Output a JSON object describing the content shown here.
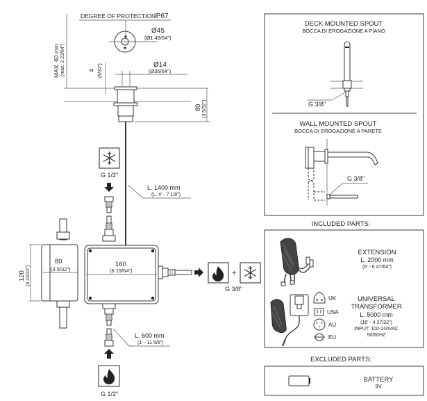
{
  "sensor": {
    "protection_label": "DEGREE OF PROTECTION",
    "protection_value": "IP67",
    "cover_diameter": "Ø45",
    "cover_diameter_in": "(Ø1 49/64\")",
    "hole_diameter": "Ø14",
    "hole_diameter_in": "(Ø35/64\")",
    "max_thickness": "MAX. 60 mm",
    "max_thickness_in": "(max. 2 23/64\")",
    "flange_height": "4",
    "flange_height_in": "(5/32\")",
    "body_height": "80",
    "body_height_in": "(3 5/32\")"
  },
  "cable": {
    "length": "L. 1400 mm",
    "length_in": "(L. 4' - 7 1/8\")"
  },
  "cold_inlet": {
    "icon": "snowflake-icon",
    "thread": "G 1/2\""
  },
  "hot_inlet": {
    "icon": "flame-icon",
    "thread": "G 1/2\"",
    "hose_length": "L. 600 mm",
    "hose_length_in": "(1' - 11 5/8\")"
  },
  "control_box": {
    "width": "160",
    "width_in": "(6 19/64\")",
    "side_depth": "80",
    "side_depth_in": "(3 5/32\")",
    "height": "120",
    "height_in": "(4 23/32\")"
  },
  "outlet": {
    "plus": "+",
    "thread": "G 3/8\"",
    "icons": [
      "flame-icon",
      "snowflake-icon"
    ]
  },
  "deck_spout": {
    "title": "DECK MOUNTED SPOUT",
    "subtitle": "BOCCA DI EROGAZIONE A PIANO",
    "thread": "G 3/8\""
  },
  "wall_spout": {
    "title": "WALL MOUNTED SPOUT",
    "subtitle": "BOCCA DI EROGAZIONE A PARETE",
    "thread": "G 3/8\""
  },
  "included": {
    "heading": "INCLUDED PARTS:",
    "extension": {
      "name": "EXTENSION",
      "length": "L. 2000 mm",
      "length_in": "(6' - 6 47/64\")"
    },
    "transformer": {
      "name_line1": "UNIVERSAL",
      "name_line2": "TRANSFORMER",
      "length": "L. 5000 mm",
      "length_in": "(16' - 4 27/32\")",
      "input": "INPUT: 100-240VAC",
      "frequency": "50/60HZ",
      "plugs": [
        "UK",
        "USA",
        "AU",
        "EU"
      ]
    }
  },
  "excluded": {
    "heading": "EXCLUDED PARTS:",
    "battery_name": "BATTERY",
    "battery_voltage": "9V"
  }
}
